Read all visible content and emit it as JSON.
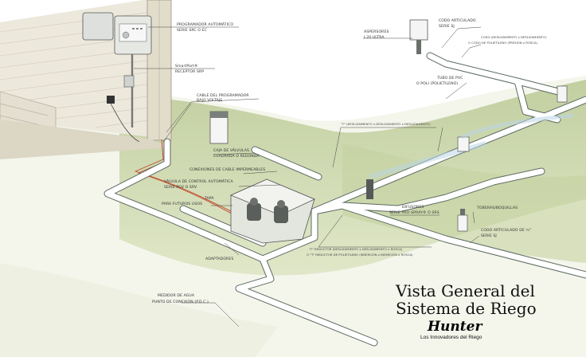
{
  "labels": {
    "controller": "PROGRAMADOR AUTOMÁTICO",
    "controller_series": "SERIE SRC O EC",
    "smartport": "SmartPort®",
    "smartport_sub": "RECEPTOR SRP",
    "cable_line1": "CABLE DEL PROGRAMADOR",
    "cable_line2": "BAJO VOLTAJE",
    "valve_box_line1": "CAJA DE VÁLVULAS",
    "valve_box_line2": "CUADRADA O REDONDA",
    "waterproof": "CONEXIONES DE CABLE IMPERMEABLES",
    "control_valve_line1": "VÁLVULA DE CONTROL AUTOMÁTICA",
    "control_valve_line2": "SERIE PGV O SRV",
    "cap_line1": "TAPA",
    "cap_line2": "PARA FUTUROS USOS",
    "adapters": "ADAPTADORES",
    "meter_line1": "MEDIDOR DE AGUA",
    "meter_line2": "PUNTO DE CONEXIÓN (P.D.C.)",
    "sprinklers_line1": "ASPERSORES",
    "sprinklers_line2": "I-20 ULTRA",
    "swing_top_line1": "CODO ARTICULADO",
    "swing_top_line2": "SERIE SJ",
    "elbow_line1": "CODO (DESLIZAMIENTO x DESLIZAMIENTO)",
    "elbow_line2": "O CODO DE POLIETILENO (PRESIÓN x ROSCA)",
    "pvc_line1": "TUBO DE PVC",
    "pvc_line2": "O POLI (POLIETILENO)",
    "tee_top": "\"T\" (DESLIZAMIENTO x DESLIZAMIENTO x DESLIZAMIENTO)",
    "sprays_line1": "DIFUSORES",
    "sprays_line2": "SERIE PRO-SPRAY® O SRS",
    "nozzles": "TOBERAS/BOQUILLAS",
    "swing_bottom_line1": "CODO ARTICULADO DE ½\"",
    "swing_bottom_line2": "SERIE SJ",
    "reducer_line1": "\"T\" REDUCTOR (DESLIZAMIENTO x DESLIZAMIENTO x ROSCA)",
    "reducer_line2": "O \"T\" REDUCTOR DE POLIETILENO (INSERCIÓN x INSERCIÓN x ROSCA)"
  },
  "title_line1": "Vista General del",
  "title_line2": "Sistema de Riego",
  "brand": {
    "name": "Hunter",
    "tagline": "Los Innovadores del Riego"
  },
  "colors": {
    "grass": "#cbd6a8",
    "pipe": "#ffffff",
    "pipe_outline": "#5d6a62",
    "wire": "#c1442a",
    "house": "#e9e4d6",
    "roof": "#d9d3c3"
  }
}
